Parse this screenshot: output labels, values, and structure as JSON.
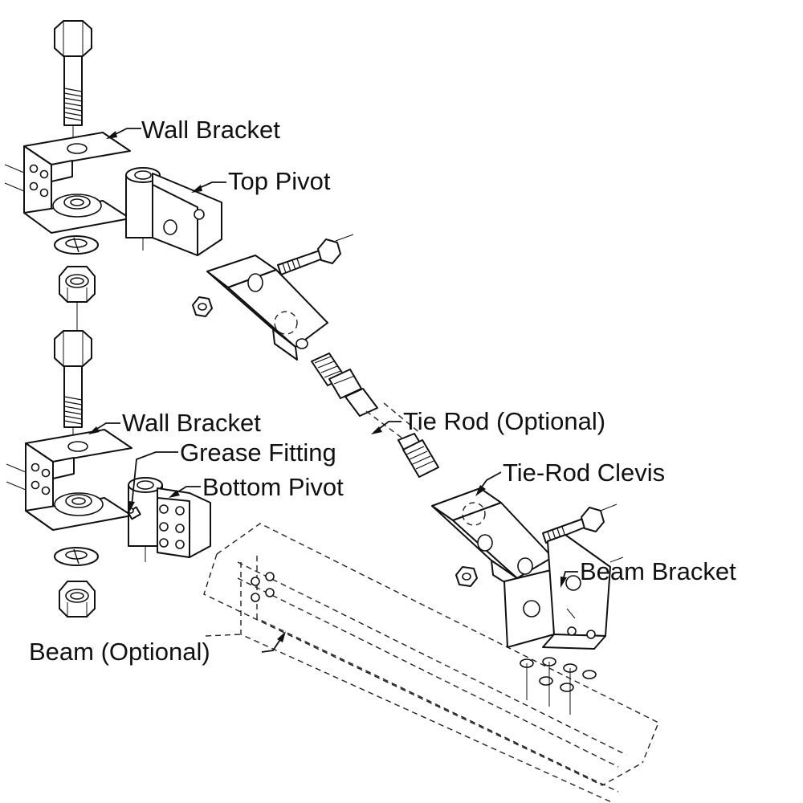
{
  "labels": {
    "wall_bracket_top": "Wall Bracket",
    "top_pivot": "Top Pivot",
    "wall_bracket_bottom": "Wall Bracket",
    "grease_fitting": "Grease Fitting",
    "bottom_pivot": "Bottom Pivot",
    "tie_rod": "Tie Rod (Optional)",
    "tie_rod_clevis": "Tie-Rod Clevis",
    "beam_bracket": "Beam Bracket",
    "beam": "Beam (Optional)"
  }
}
